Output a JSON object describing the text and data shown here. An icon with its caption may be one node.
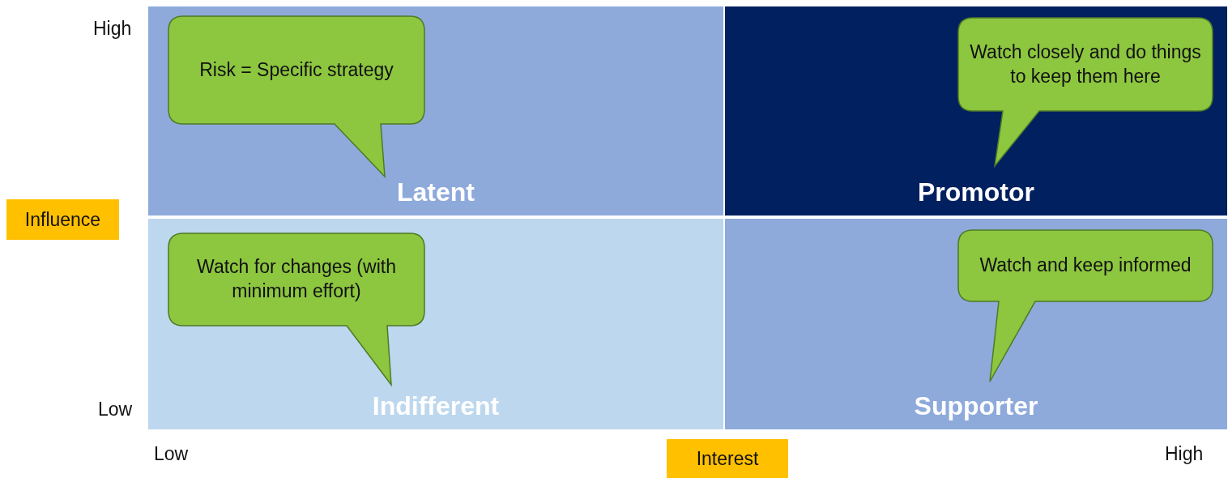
{
  "diagram": {
    "nodes": [
      {
        "text": [
          "Latent"
        ]
      },
      {
        "text": [
          "Risk = Specific strategy"
        ],
        "in": 0
      },
      {
        "text": [
          "Promotor"
        ]
      },
      {
        "text": [
          "Watch closely and do things to keep them here"
        ],
        "in": 2
      },
      {
        "text": [
          "Influence"
        ]
      },
      {
        "text": [
          "Indifferent"
        ]
      },
      {
        "text": [
          "Watch for changes (with minimum effort)"
        ],
        "in": 5
      },
      {
        "text": [
          "Supporter"
        ]
      },
      {
        "text": [
          "Watch and keep informed"
        ],
        "in": 7
      },
      {
        "text": [
          "Interest"
        ]
      }
    ],
    "labels": [
      "High",
      "Low",
      "Low",
      "High"
    ]
  }
}
